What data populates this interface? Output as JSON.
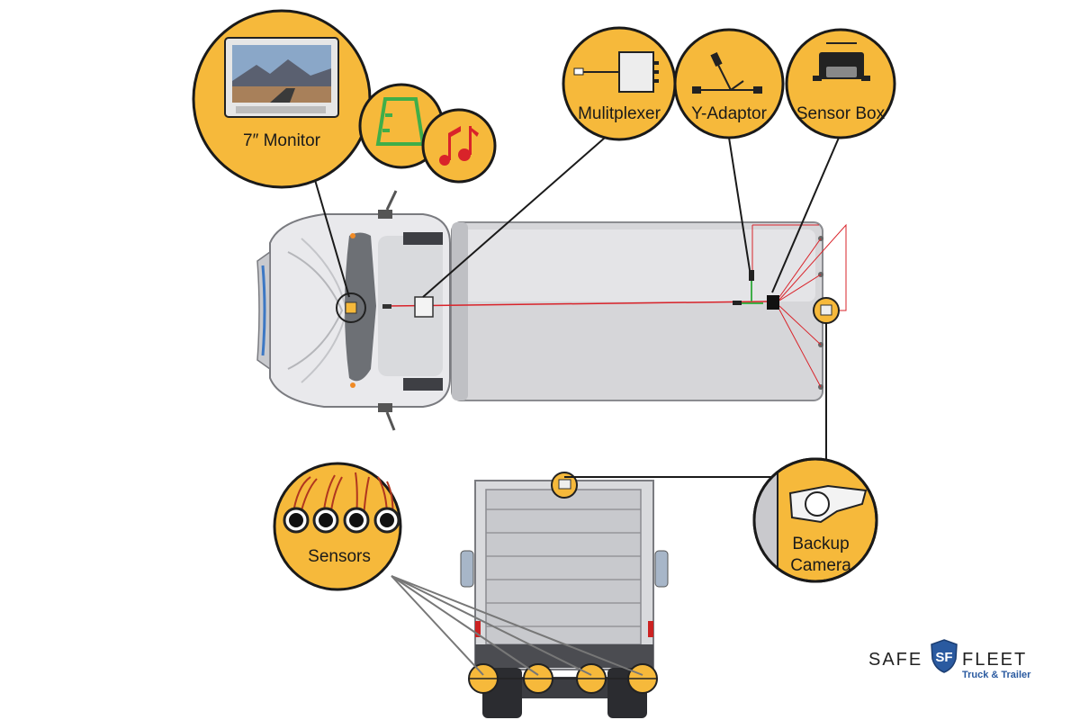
{
  "callouts": {
    "monitor": "7″ Monitor",
    "multiplexer": "Mulitplexer",
    "y_adaptor": "Y-Adaptor",
    "sensor_box": "Sensor Box",
    "sensors": "Sensors",
    "backup_camera_line1": "Backup",
    "backup_camera_line2": "Camera"
  },
  "brand": {
    "word1": "SAFE",
    "word2": "FLEET",
    "subtitle": "Truck & Trailer",
    "logo_letters": "SF"
  },
  "colors": {
    "callout_fill": "#f6b93b",
    "outline": "#1a1a1a",
    "wire_red": "#d9232a",
    "wire_green": "#3fae49",
    "brand_blue": "#2a5aa0"
  },
  "icons": [
    "monitor-icon",
    "guideline-icon",
    "music-notes-icon",
    "multiplexer-icon",
    "y-adaptor-icon",
    "sensor-box-icon",
    "sensor-icon",
    "backup-camera-icon",
    "safe-fleet-shield-logo"
  ]
}
